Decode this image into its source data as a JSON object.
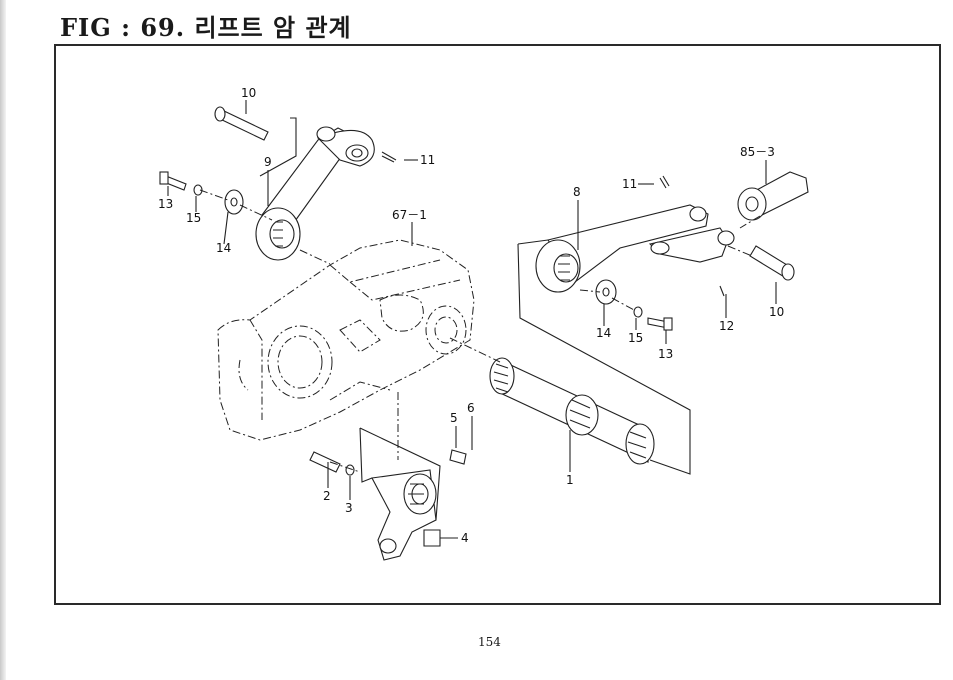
{
  "page": {
    "title": "FIG : 69. 리프트 암 관계",
    "page_number": "154"
  },
  "parts": {
    "p10_left": "10",
    "p9": "9",
    "p11_left": "11",
    "p13_left": "13",
    "p15_left": "15",
    "p14_left": "14",
    "p67_1": "67－1",
    "p85_3": "85－3",
    "p8": "8",
    "p11_right": "11",
    "p14_right": "14",
    "p15_right": "15",
    "p13_right": "13",
    "p12": "12",
    "p10_right": "10",
    "p5": "5",
    "p6": "6",
    "p2": "2",
    "p3": "3",
    "p4": "4",
    "p1": "1"
  }
}
